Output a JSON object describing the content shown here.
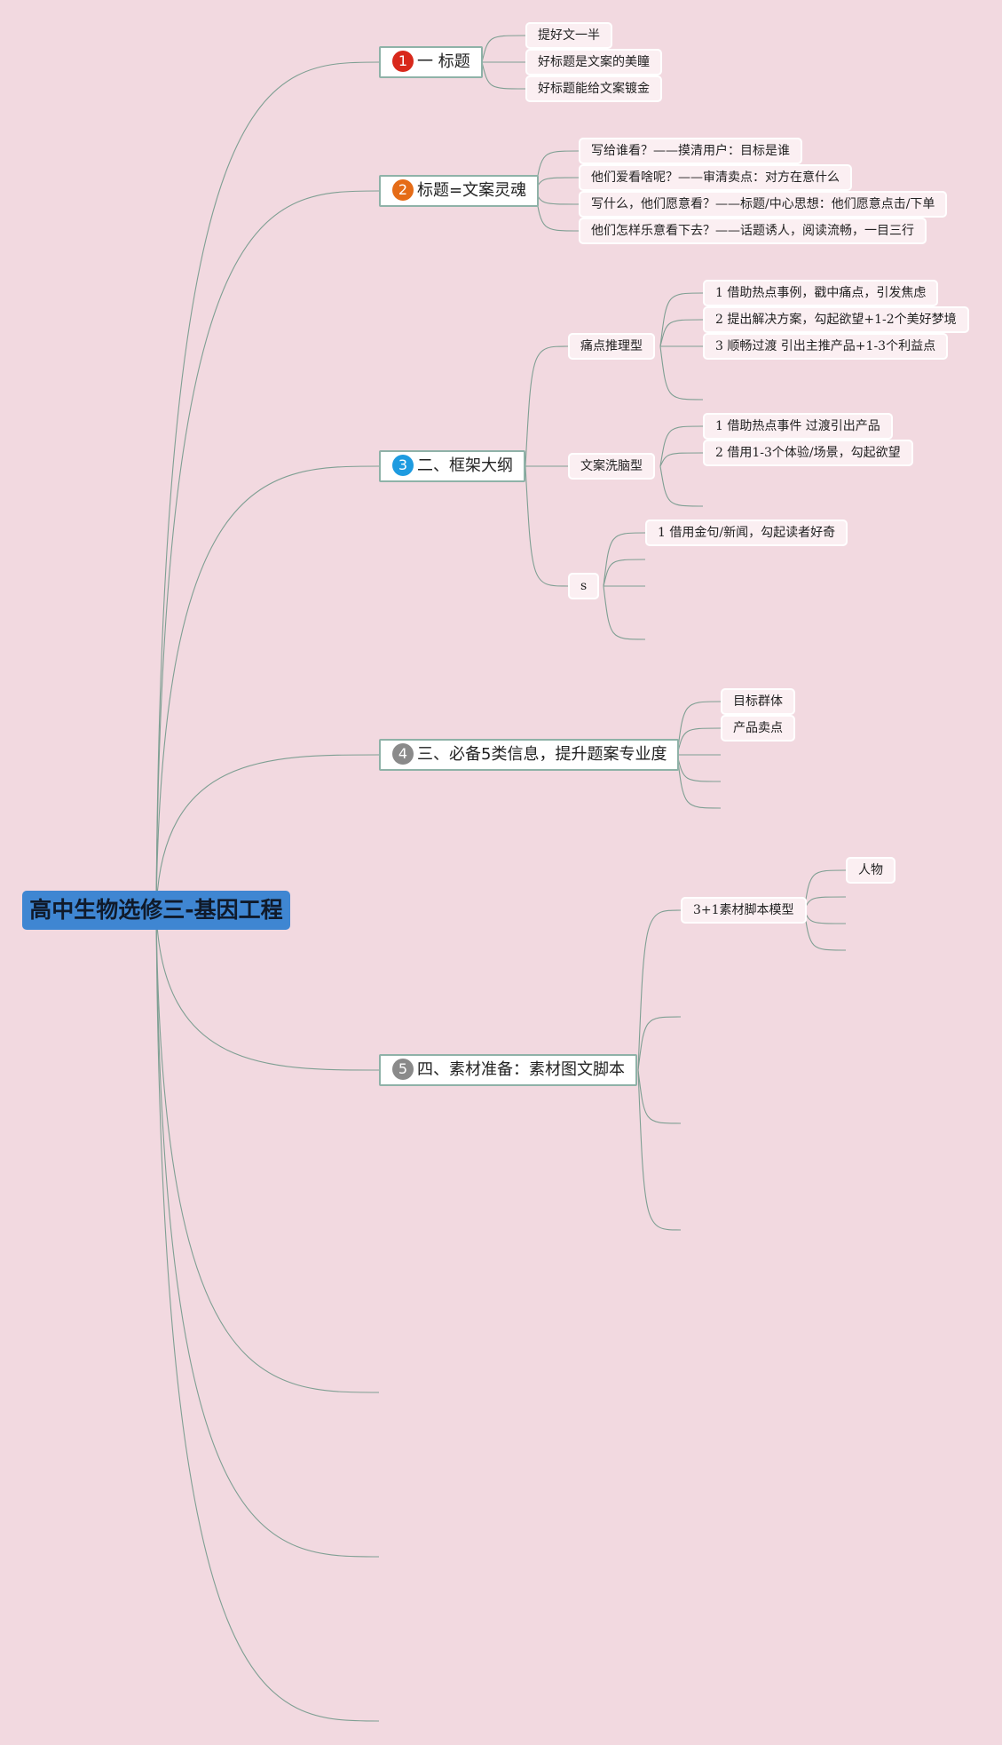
{
  "root": "高中生物选修三-基因工程",
  "colors": {
    "background": "#f2d9e0",
    "root_fill": "#3f86d2",
    "connector": "#7f9f93"
  },
  "topics": [
    {
      "number": "1",
      "badge_color": "#d8281b",
      "label": "一 标题",
      "children": [
        "提好文一半",
        "好标题是文案的美瞳",
        "好标题能给文案镀金"
      ]
    },
    {
      "number": "2",
      "badge_color": "#e56c17",
      "label": "标题=文案灵魂",
      "children": [
        "写给谁看？——摸清用户：目标是谁",
        "他们爱看啥呢？——审清卖点：对方在意什么",
        "写什么，他们愿意看？——标题/中心思想：他们愿意点击/下单",
        "他们怎样乐意看下去？——话题诱人，阅读流畅，一目三行"
      ]
    },
    {
      "number": "3",
      "badge_color": "#1e9be0",
      "label": "二、框架大纲",
      "children": [
        {
          "label": "痛点推理型",
          "children": [
            "1 借助热点事例，戳中痛点，引发焦虑",
            "2 提出解决方案，勾起欲望+1-2个美好梦境",
            "3 顺畅过渡 引出主推产品+1-3个利益点",
            ""
          ]
        },
        {
          "label": "文案洗脑型",
          "children": [
            "1 借助热点事件 过渡引出产品",
            "2 借用1-3个体验/场景，勾起欲望",
            ""
          ]
        },
        {
          "label": "s",
          "children": [
            "1 借用金句/新闻，勾起读者好奇",
            "",
            "",
            ""
          ]
        }
      ]
    },
    {
      "number": "4",
      "badge_color": "#8a8a8a",
      "label": "三、必备5类信息，提升题案专业度",
      "children": [
        "目标群体",
        "产品卖点",
        "",
        "",
        ""
      ]
    },
    {
      "number": "5",
      "badge_color": "#8a8a8a",
      "label": "四、素材准备：素材图文脚本",
      "children": [
        {
          "label": "3+1素材脚本模型",
          "children": [
            "人物",
            "",
            "",
            ""
          ]
        },
        {
          "label": "",
          "children": []
        },
        {
          "label": "",
          "children": []
        },
        {
          "label": "",
          "children": []
        }
      ]
    }
  ]
}
